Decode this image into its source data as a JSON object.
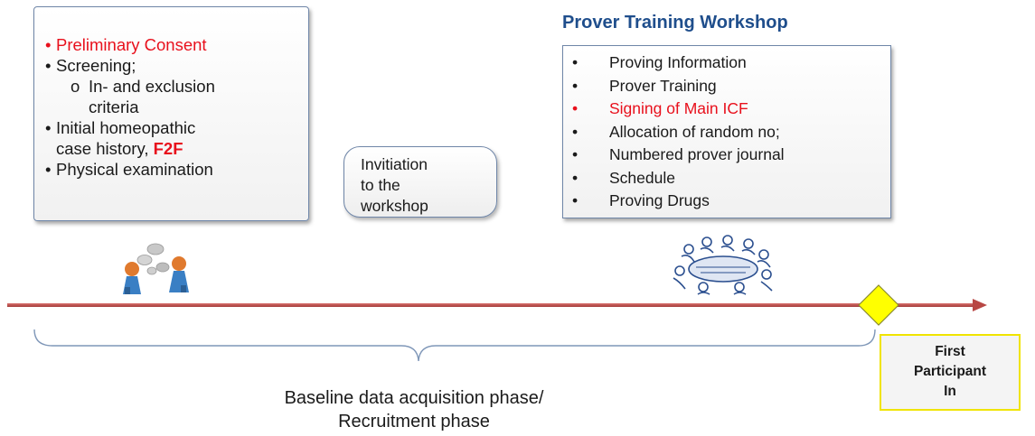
{
  "left_box": {
    "items": [
      {
        "bullet": "•",
        "text": "Preliminary Consent",
        "style": "red"
      },
      {
        "bullet": "•",
        "text": "Screening;",
        "style": "normal"
      }
    ],
    "sub_bullet": "o",
    "sub_line1": "In- and exclusion",
    "sub_line2": "criteria",
    "history_bullet": "•",
    "history_line1": "Initial homeopathic",
    "history_line2_prefix": "case history, ",
    "history_line2_highlight": "F2F",
    "exam_bullet": "•",
    "exam_text": "Physical examination"
  },
  "middle_box": {
    "line1": "Invitiation",
    "line2": "to the",
    "line3": "workshop"
  },
  "workshop": {
    "title": "Prover Training Workshop",
    "items": [
      {
        "bullet": "•",
        "text": "Proving Information",
        "style": "normal"
      },
      {
        "bullet": "•",
        "text": "Prover Training",
        "style": "normal"
      },
      {
        "bullet": "•",
        "text": "Signing of Main ICF",
        "style": "red"
      },
      {
        "bullet": "•",
        "text": "Allocation of random no;",
        "style": "normal"
      },
      {
        "bullet": "•",
        "text": "Numbered prover journal",
        "style": "normal"
      },
      {
        "bullet": "•",
        "text": "Schedule",
        "style": "normal"
      },
      {
        "bullet": "•",
        "text": "Proving Drugs",
        "style": "normal"
      }
    ]
  },
  "milestone": {
    "line1": "First",
    "line2": "Participant",
    "line3": "In"
  },
  "phase": {
    "line1": "Baseline data acquisition phase/",
    "line2": "Recruitment phase"
  },
  "icons": {
    "left_icon": "two-people-talking-icon",
    "right_icon": "round-table-meeting-icon",
    "milestone_marker": "diamond-marker-icon"
  },
  "colors": {
    "timeline": "#c0504d",
    "highlight_red": "#e8101c",
    "title_blue": "#1f4e8c",
    "box_border": "#6f86a8",
    "milestone_yellow": "#f0e400"
  }
}
